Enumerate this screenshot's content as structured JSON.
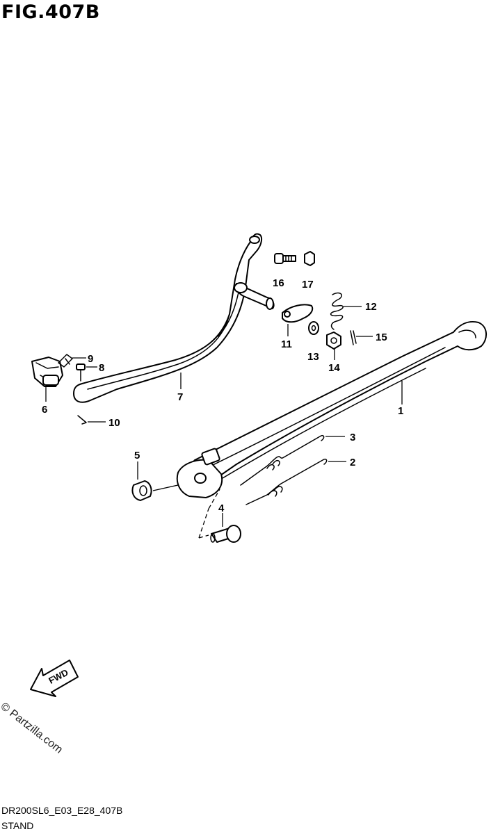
{
  "figure_title": "FIG.407B",
  "reference_code": "DR200SL6_E03_E28_407B",
  "section_name": "STAND",
  "watermark": "© Partzilla.com",
  "fwd_label": "FWD",
  "callouts": [
    "1",
    "2",
    "3",
    "4",
    "5",
    "6",
    "7",
    "8",
    "9",
    "10",
    "11",
    "12",
    "13",
    "14",
    "15",
    "16",
    "17"
  ]
}
